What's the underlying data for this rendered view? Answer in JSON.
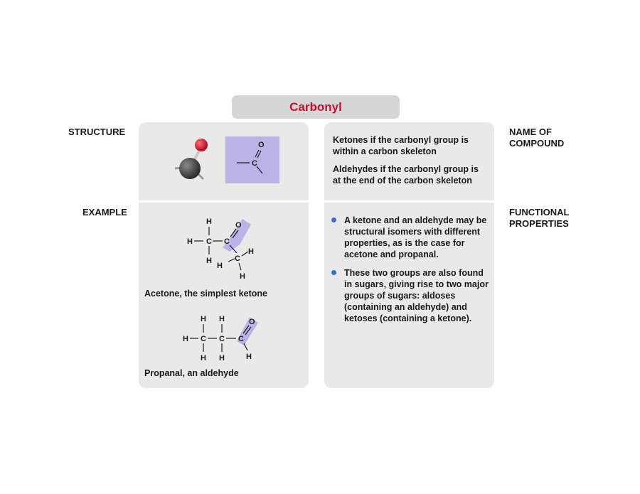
{
  "title": "Carbonyl",
  "labels": {
    "structure": "STRUCTURE",
    "example": "EXAMPLE",
    "name_of_compound": "NAME OF COMPOUND",
    "functional_properties": "FUNCTIONAL PROPERTIES"
  },
  "structure": {
    "group_O": "O",
    "group_C": "C"
  },
  "name": {
    "ketones": "Ketones if the carbonyl group is within a carbon skeleton",
    "aldehydes": "Aldehydes if the carbonyl group is at the end of the carbon skeleton"
  },
  "examples": {
    "acetone_caption": "Acetone, the simplest ketone",
    "propanal_caption": "Propanal, an aldehyde",
    "atom_H": "H",
    "atom_C": "C",
    "atom_O": "O"
  },
  "properties": [
    "A ketone and an aldehyde may be structural isomers with different properties, as is the case for acetone and propanal.",
    "These two groups are also found in sugars, giving rise to two major groups of sugars: aldoses (containing an aldehyde) and ketoses (containing a ketone)."
  ],
  "colors": {
    "title": "#c8102e",
    "panel": "#e9e9e9",
    "highlight": "#b9b3e6",
    "bullet": "#3a6fc4",
    "oxygen": "#d2142a",
    "carbon": "#4a4a4a"
  }
}
